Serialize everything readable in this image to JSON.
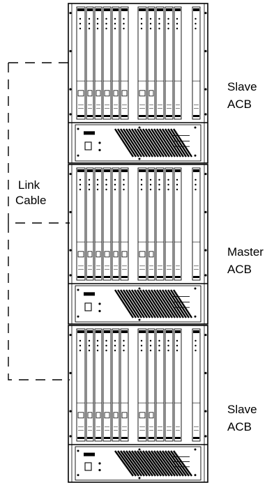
{
  "labels": {
    "link_cable_line1": "Link",
    "link_cable_line2": "Cable",
    "rack_top_line1": "Slave",
    "rack_top_line2": "ACB",
    "rack_middle_line1": "Master",
    "rack_middle_line2": "ACB",
    "rack_bottom_line1": "Slave",
    "rack_bottom_line2": "ACB"
  },
  "colors": {
    "line": "#000000",
    "background": "#ffffff"
  }
}
